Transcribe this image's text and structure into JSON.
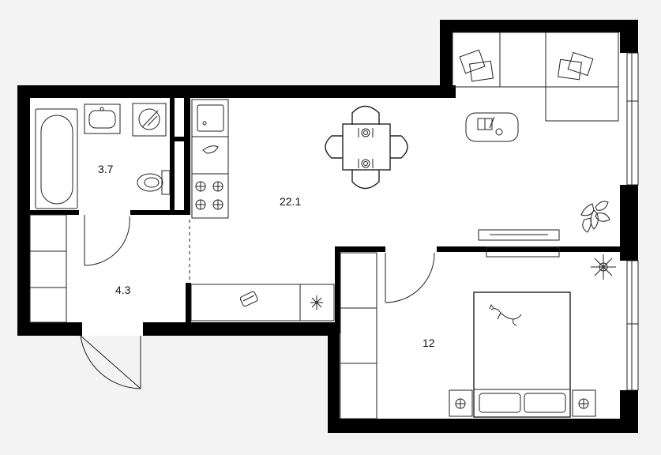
{
  "rooms": [
    {
      "id": "bathroom",
      "area": "3.7"
    },
    {
      "id": "hallway",
      "area": "4.3"
    },
    {
      "id": "living-kitchen",
      "area": "22.1"
    },
    {
      "id": "bedroom",
      "area": "12"
    }
  ],
  "colors": {
    "wall": "#000000",
    "floor": "#ffffff",
    "background": "#f3f3f3",
    "line": "#222222"
  },
  "icons": [
    "bathtub-icon",
    "sink-icon",
    "washing-machine-icon",
    "toilet-icon",
    "kitchen-sink-icon",
    "stove-icon",
    "dining-table-icon",
    "sofa-icon",
    "coffee-table-icon",
    "plant-icon",
    "tv-icon",
    "bed-icon",
    "cat-icon",
    "nightstand-icon",
    "fridge-icon",
    "entrance-door-icon"
  ]
}
